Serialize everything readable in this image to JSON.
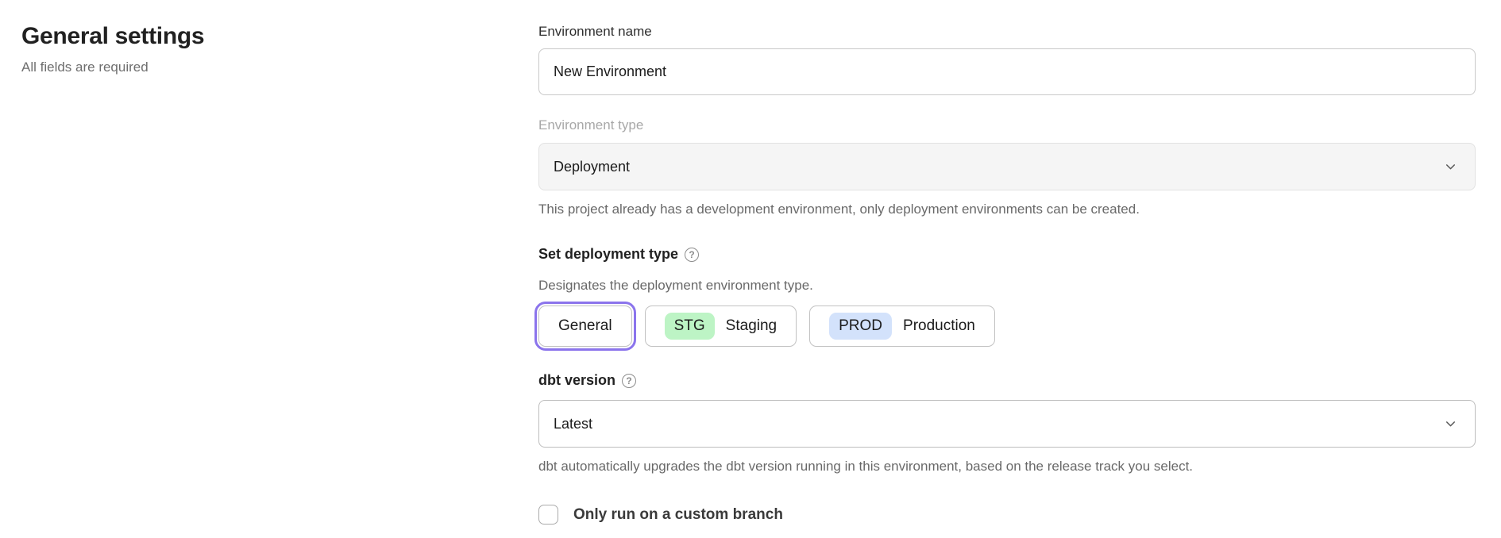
{
  "page": {
    "title": "General settings",
    "subtitle": "All fields are required"
  },
  "form": {
    "environment_name": {
      "label": "Environment name",
      "value": "New Environment"
    },
    "environment_type": {
      "label": "Environment type",
      "value": "Deployment",
      "disabled": true,
      "helper": "This project already has a development environment, only deployment environments can be created."
    },
    "deployment_type": {
      "label": "Set deployment type",
      "help_icon": "?",
      "description": "Designates the deployment environment type.",
      "options": [
        {
          "label": "General",
          "badge": "",
          "selected": true
        },
        {
          "label": "Staging",
          "badge": "STG",
          "badge_color": "#bdf4c5",
          "selected": false
        },
        {
          "label": "Production",
          "badge": "PROD",
          "badge_color": "#d3e2fb",
          "selected": false
        }
      ]
    },
    "dbt_version": {
      "label": "dbt version",
      "help_icon": "?",
      "value": "Latest",
      "helper": "dbt automatically upgrades the dbt version running in this environment, based on the release track you select."
    },
    "custom_branch": {
      "label": "Only run on a custom branch",
      "checked": false
    }
  },
  "colors": {
    "accent_purple": "#8b74ec",
    "badge_green": "#bdf4c5",
    "badge_blue": "#d3e2fb",
    "disabled_field_bg": "#f5f5f5"
  }
}
